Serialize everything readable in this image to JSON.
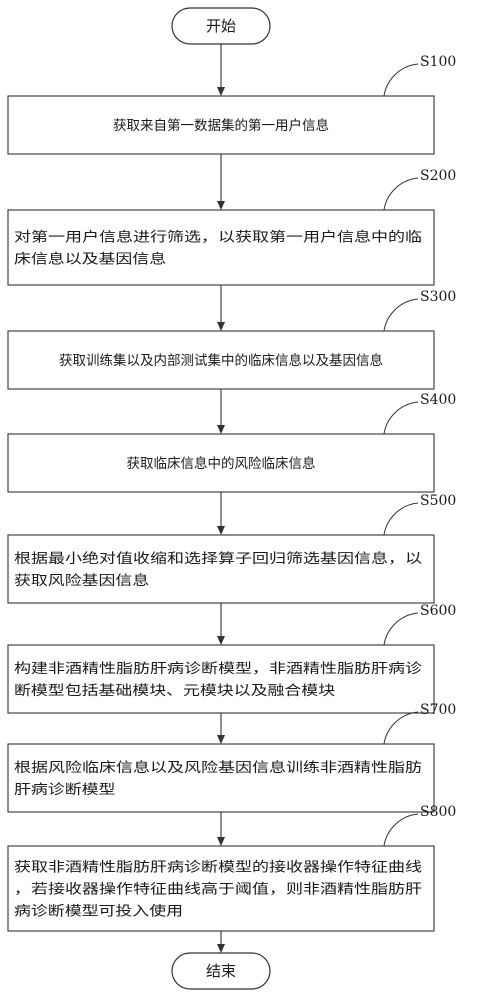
{
  "flowchart": {
    "start_label": "开始",
    "end_label": "结束",
    "steps": [
      {
        "id": "S100",
        "lines": [
          "获取来自第一数据集的第一用户信息"
        ]
      },
      {
        "id": "S200",
        "lines": [
          "对第一用户信息进行筛选，以获取第一用户信息中的临",
          "床信息以及基因信息"
        ]
      },
      {
        "id": "S300",
        "lines": [
          "获取训练集以及内部测试集中的临床信息以及基因信息"
        ]
      },
      {
        "id": "S400",
        "lines": [
          "获取临床信息中的风险临床信息"
        ]
      },
      {
        "id": "S500",
        "lines": [
          "根据最小绝对值收缩和选择算子回归筛选基因信息，以",
          "获取风险基因信息"
        ]
      },
      {
        "id": "S600",
        "lines": [
          "构建非酒精性脂肪肝病诊断模型，非酒精性脂肪肝病诊",
          "断模型包括基础模块、元模块以及融合模块"
        ]
      },
      {
        "id": "S700",
        "lines": [
          "根据风险临床信息以及风险基因信息训练非酒精性脂肪",
          "肝病诊断模型"
        ]
      },
      {
        "id": "S800",
        "lines": [
          "获取非酒精性脂肪肝病诊断模型的接收器操作特征曲线",
          "，若接收器操作特征曲线高于阈值，则非酒精性脂肪肝",
          "病诊断模型可投入使用"
        ]
      }
    ]
  }
}
